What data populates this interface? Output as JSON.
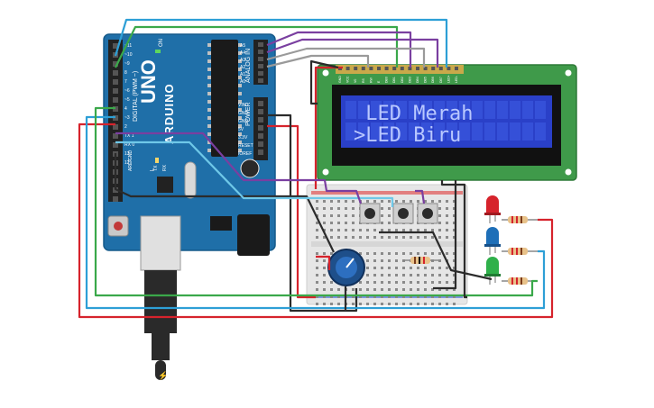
{
  "circuit": {
    "arduino": {
      "board_name": "UNO",
      "brand": "ARDUINO",
      "on_label": "ON",
      "digital_label": "DIGITAL (PWM ~)",
      "analog_label": "ANALOG IN",
      "power_label": "POWER",
      "tx_label": "TX",
      "rx_label": "RX",
      "l_label": "L",
      "aref_label": "AREF",
      "gnd_label": "GND",
      "digital_pins": [
        "~11",
        "~10",
        "~9",
        "8",
        "7",
        "~6",
        "~5",
        "4",
        "~3",
        "2",
        "TX 1",
        "RX 0",
        "13",
        "12"
      ],
      "analog_pins": [
        "A5",
        "A4",
        "A3",
        "A2",
        "A1",
        "A0"
      ],
      "power_pins": [
        "VIN",
        "GND",
        "GND",
        "5V",
        "3.3V",
        "RESET",
        "IOREF"
      ]
    },
    "lcd": {
      "line1": " LED Merah",
      "line2": ">LED Biru",
      "pin_labels": [
        "GND",
        "VCC",
        "V0",
        "RS",
        "RW",
        "E",
        "DB0",
        "DB1",
        "DB2",
        "DB3",
        "DB4",
        "DB5",
        "DB6",
        "DB7",
        "LED+",
        "LED-"
      ]
    },
    "colors": {
      "board_blue": "#1f6fa8",
      "lcd_green": "#3f9a4a",
      "lcd_screen": "#2a40c8",
      "lcd_text": "#b9c8ff",
      "wire_red": "#d6232c",
      "wire_black": "#2b2b2b",
      "wire_green": "#3aa84a",
      "wire_blue": "#2d9fd6",
      "wire_purple": "#7a3fa0",
      "wire_gray": "#9a9a9a"
    },
    "leds": [
      "red",
      "blue",
      "green"
    ],
    "buttons_count": 3,
    "potentiometer": "potentiometer"
  }
}
